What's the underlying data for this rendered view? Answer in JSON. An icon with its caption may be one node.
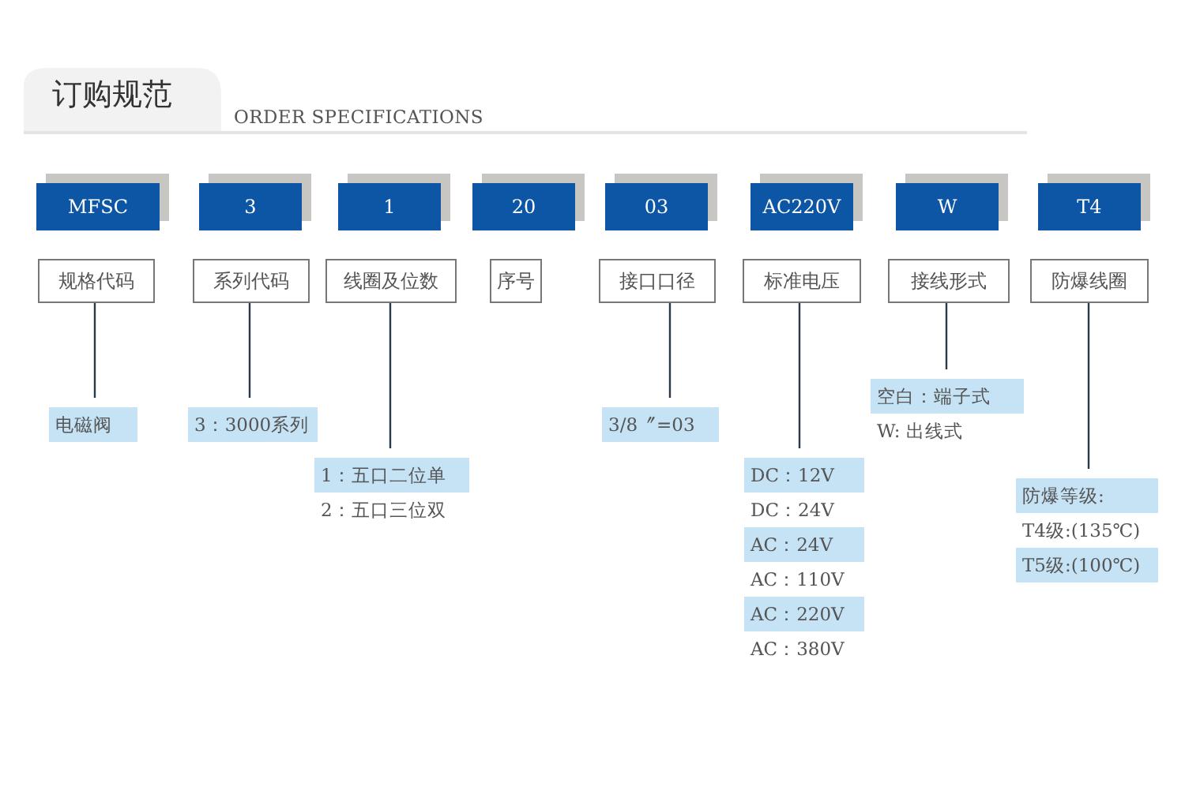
{
  "diagram": {
    "title": "订购规范",
    "nodes": [
      {
        "text": [
          "MFSC"
        ]
      },
      {
        "text": [
          "3"
        ]
      },
      {
        "text": [
          "1"
        ]
      },
      {
        "text": [
          "20"
        ]
      },
      {
        "text": [
          "03"
        ]
      },
      {
        "text": [
          "AC220V"
        ]
      },
      {
        "text": [
          "W"
        ]
      },
      {
        "text": [
          "T4"
        ]
      },
      {
        "text": [
          "规格代码"
        ]
      },
      {
        "text": [
          "系列代码"
        ]
      },
      {
        "text": [
          "线圈及位数"
        ]
      },
      {
        "text": [
          "序号"
        ]
      },
      {
        "text": [
          "接口口径"
        ]
      },
      {
        "text": [
          "标准电压"
        ]
      },
      {
        "text": [
          "接线形式"
        ]
      },
      {
        "text": [
          "防爆线圈"
        ]
      },
      {
        "text": [
          "电磁阀"
        ]
      },
      {
        "text": [
          "3：3000系列"
        ]
      },
      {
        "text": [
          "1：五口二位单",
          "2：五口三位双"
        ]
      },
      {
        "text": [
          "3/8〞=03"
        ]
      },
      {
        "text": [
          "DC：12V",
          "DC：24V",
          "AC：24V",
          "AC：110V",
          "AC：220V",
          "AC：380V"
        ]
      },
      {
        "text": [
          "空白：端子式",
          "W: 出线式"
        ]
      },
      {
        "text": [
          "防爆等级:",
          "T4级:(135℃)",
          "T5级:(100℃)"
        ]
      }
    ],
    "edges": [
      {
        "from": 8,
        "to": 16,
        "arrow": "none"
      },
      {
        "from": 9,
        "to": 17,
        "arrow": "none"
      },
      {
        "from": 10,
        "to": 18,
        "arrow": "none"
      },
      {
        "from": 12,
        "to": 19,
        "arrow": "none"
      },
      {
        "from": 13,
        "to": 20,
        "arrow": "none"
      },
      {
        "from": 14,
        "to": 21,
        "arrow": "none"
      },
      {
        "from": 15,
        "to": 22,
        "arrow": "none"
      }
    ],
    "labels": [
      "ORDER SPECIFICATIONS"
    ]
  }
}
